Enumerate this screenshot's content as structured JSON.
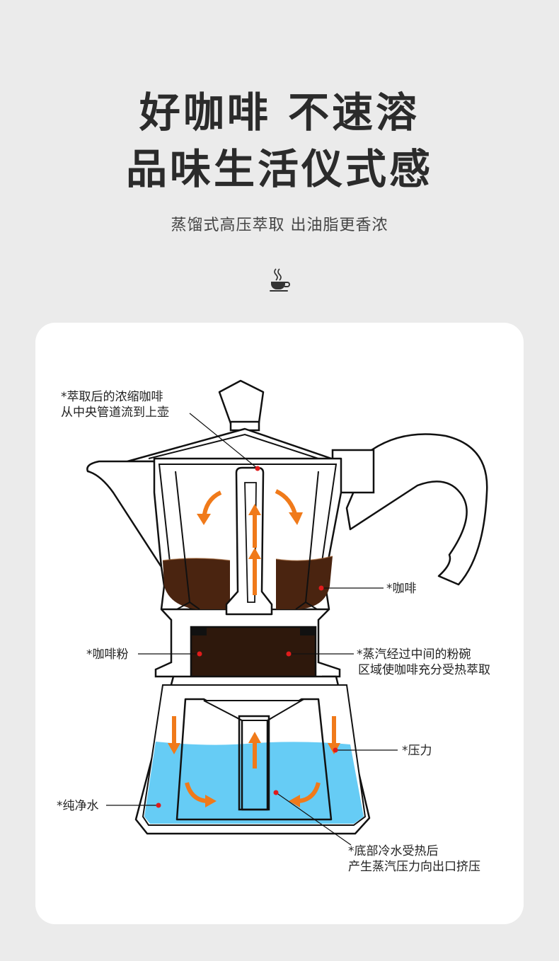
{
  "header": {
    "headline_line1": "好咖啡 不速溶",
    "headline_line2": "品味生活仪式感",
    "subtitle": "蒸馏式高压萃取 出油脂更香浓"
  },
  "icons": {
    "divider": "coffee-cup-icon"
  },
  "colors": {
    "background": "#ebebeb",
    "card": "#ffffff",
    "coffee": "#4a2410",
    "grounds": "#2e180c",
    "water": "#66ccf5",
    "arrow": "#f07a1a",
    "pointer": "#e01b1b",
    "outline": "#111111"
  },
  "labels": {
    "extracted_1": "*萃取后的浓缩咖啡",
    "extracted_2": "从中央管道流到上壶",
    "coffee": "*咖啡",
    "coffee_powder": "*咖啡粉",
    "steam_1": "*蒸汽经过中间的粉碗",
    "steam_2": "区域使咖啡充分受热萃取",
    "pressure": "*压力",
    "water": "*纯净水",
    "bottom_1": "*底部冷水受热后",
    "bottom_2": "产生蒸汽压力向出口挤压"
  }
}
